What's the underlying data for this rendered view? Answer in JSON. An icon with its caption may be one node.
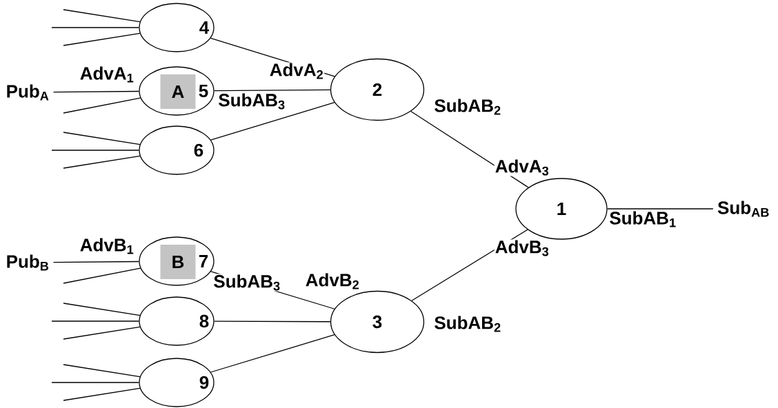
{
  "diagram": {
    "nodes": [
      {
        "text": [
          "1"
        ]
      },
      {
        "text": [
          "2"
        ]
      },
      {
        "text": [
          "3"
        ]
      },
      {
        "text": [
          "4"
        ]
      },
      {
        "text": [
          "5"
        ]
      },
      {
        "text": [
          "A"
        ],
        "in": 4
      },
      {
        "text": [
          "6"
        ]
      },
      {
        "text": [
          "7"
        ]
      },
      {
        "text": [
          "B"
        ],
        "in": 7
      },
      {
        "text": [
          "8"
        ]
      },
      {
        "text": [
          "9"
        ]
      },
      {
        "text": [
          "Pub$_{A}$"
        ]
      },
      {
        "text": [
          "Pub$_{B}$"
        ]
      },
      {
        "text": [
          "Sub$_{AB}$"
        ]
      }
    ],
    "edges": [
      {
        "from": 3,
        "to": 1,
        "arrow": "none"
      },
      {
        "from": 4,
        "to": 1,
        "arrow": "none",
        "label": "AdvA$_{2}$"
      },
      {
        "from": 6,
        "to": 1,
        "arrow": "none"
      },
      {
        "from": 1,
        "to": 0,
        "arrow": "none",
        "label": "AdvA$_{3}$"
      },
      {
        "from": 2,
        "to": 0,
        "arrow": "none",
        "label": "AdvB$_{3}$"
      },
      {
        "from": 0,
        "to": 13,
        "arrow": "none",
        "label": "SubAB$_{1}$"
      },
      {
        "from": 7,
        "to": 2,
        "arrow": "none",
        "label": "AdvB$_{2}$"
      },
      {
        "from": 9,
        "to": 2,
        "arrow": "none"
      },
      {
        "from": 10,
        "to": 2,
        "arrow": "none"
      },
      {
        "from": 11,
        "to": 4,
        "arrow": "none",
        "label": "AdvA$_{1}$"
      },
      {
        "from": 12,
        "to": 7,
        "arrow": "none",
        "label": "AdvB$_{1}$"
      },
      {
        "from": null,
        "to": 3,
        "arrow": "none"
      },
      {
        "from": null,
        "to": 3,
        "arrow": "none"
      },
      {
        "from": null,
        "to": 3,
        "arrow": "none"
      },
      {
        "from": null,
        "to": 4,
        "arrow": "none"
      },
      {
        "from": null,
        "to": 6,
        "arrow": "none"
      },
      {
        "from": null,
        "to": 6,
        "arrow": "none"
      },
      {
        "from": null,
        "to": 6,
        "arrow": "none"
      },
      {
        "from": null,
        "to": 7,
        "arrow": "none"
      },
      {
        "from": null,
        "to": 9,
        "arrow": "none"
      },
      {
        "from": null,
        "to": 9,
        "arrow": "none"
      },
      {
        "from": null,
        "to": 9,
        "arrow": "none"
      },
      {
        "from": null,
        "to": 10,
        "arrow": "none"
      },
      {
        "from": null,
        "to": 10,
        "arrow": "none"
      },
      {
        "from": null,
        "to": 10,
        "arrow": "none"
      }
    ],
    "labels": [
      "SubAB$_{3}$",
      "SubAB$_{2}$",
      "SubAB$_{3}$",
      "SubAB$_{2}$"
    ]
  }
}
